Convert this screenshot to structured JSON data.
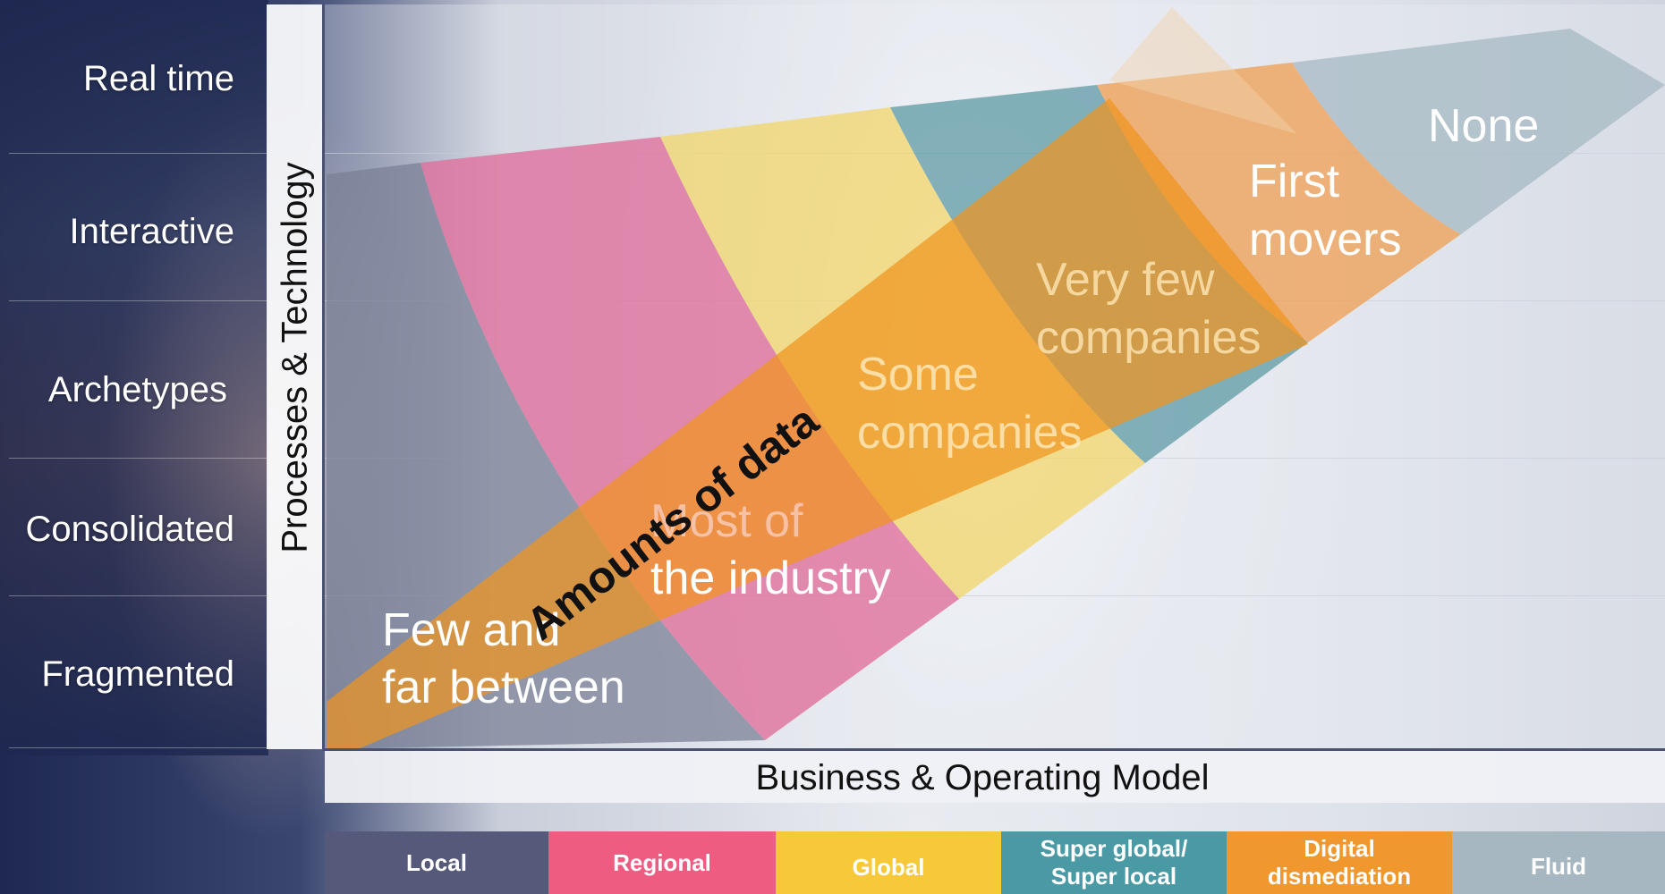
{
  "rows": [
    "Real time",
    "Interactive",
    "Archetypes",
    "Consolidated",
    "Fragmented"
  ],
  "y_axis_title": "Processes & Technology",
  "x_axis_title": "Business & Operating Model",
  "arrow_label": "Amounts of data",
  "bands": [
    {
      "label_line1": "Few and",
      "label_line2": "far between",
      "color": "#7a8096"
    },
    {
      "label_line1": "Most of",
      "label_line2": "the industry",
      "color": "#e0709c"
    },
    {
      "label_line1": "Some",
      "label_line2": "companies",
      "color": "#f2d56a"
    },
    {
      "label_line1": "Very few",
      "label_line2": "companies",
      "color": "#5e9aa4"
    },
    {
      "label_line1": "First",
      "label_line2": "movers",
      "color": "#eda25a"
    },
    {
      "label_line1": "None",
      "label_line2": "",
      "color": "#a9bcc6"
    }
  ],
  "legend": [
    {
      "line1": "Local",
      "line2": "",
      "color": "#555a7a"
    },
    {
      "line1": "Regional",
      "line2": "",
      "color": "#ee5c82"
    },
    {
      "line1": "Global",
      "line2": "",
      "color": "#f7c93a"
    },
    {
      "line1": "Super global/",
      "line2": "Super local",
      "color": "#4a9aa5"
    },
    {
      "line1": "Digital",
      "line2": "dismediation",
      "color": "#f0972e"
    },
    {
      "line1": "Fluid",
      "line2": "",
      "color": "#a6b7c2"
    }
  ]
}
